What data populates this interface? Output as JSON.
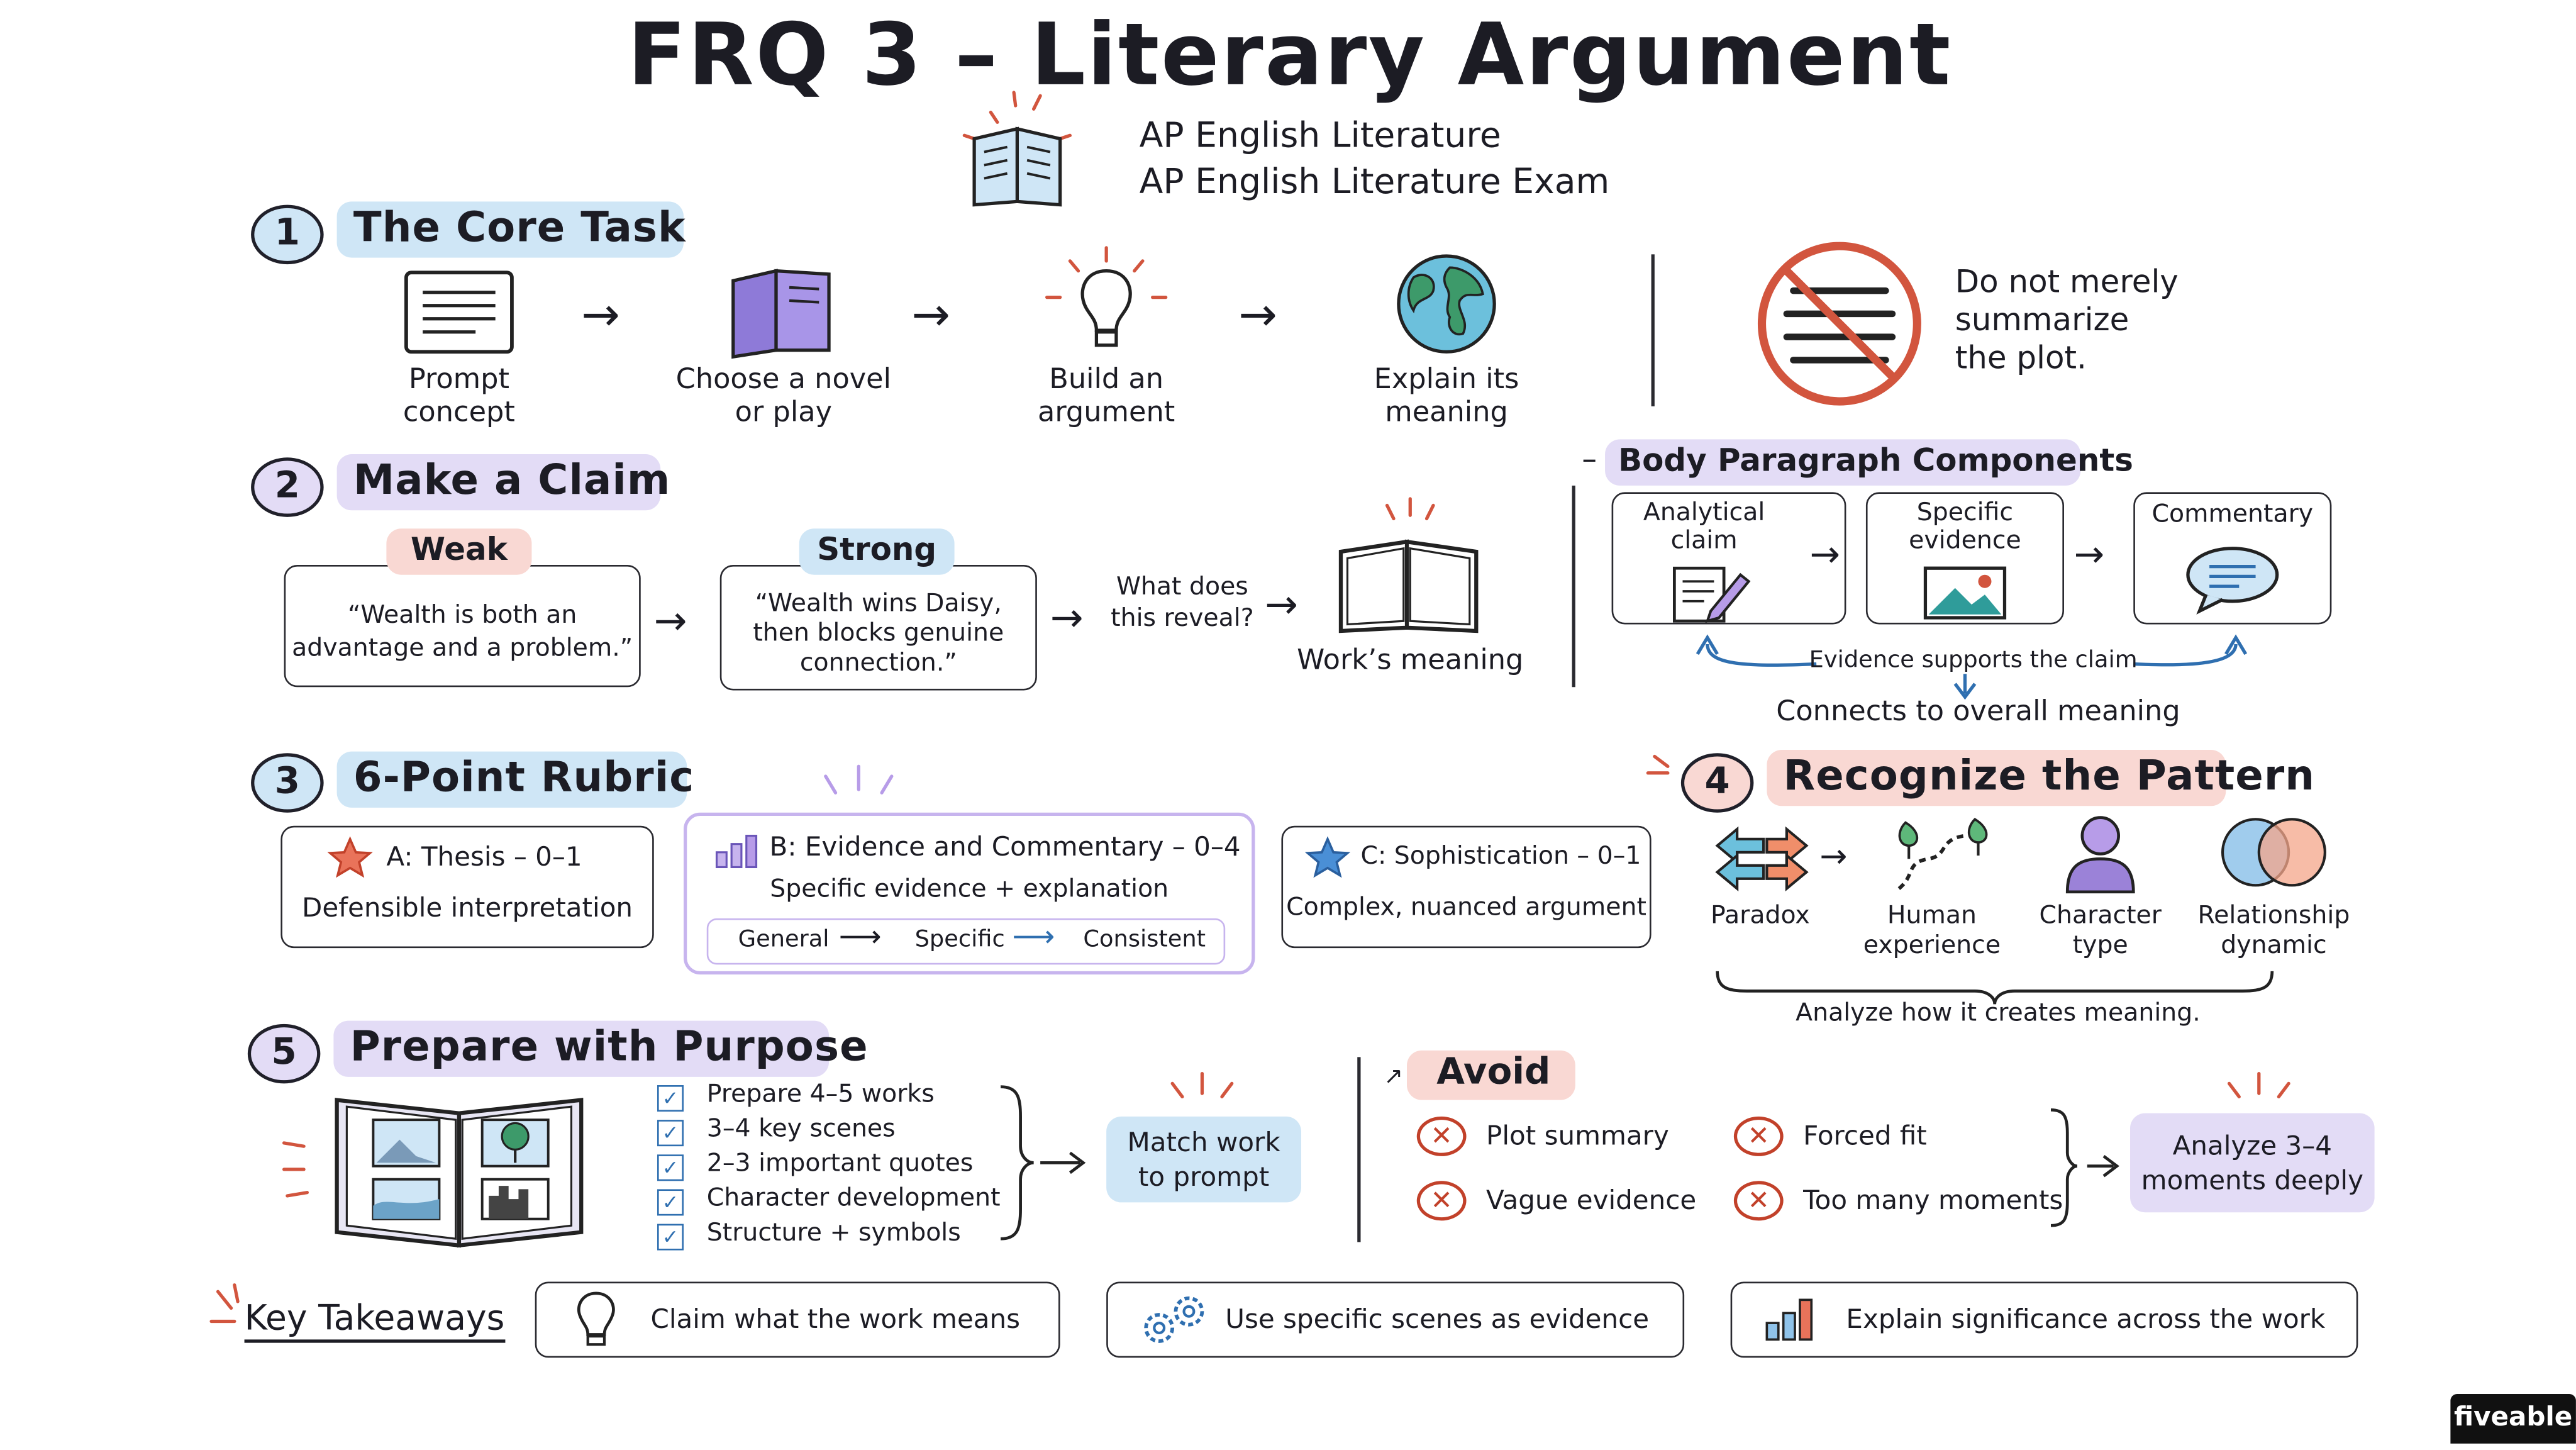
{
  "title": "FRQ 3 – Literary Argument",
  "subtitle1": "AP English Literature",
  "subtitle2": "AP English Literature Exam",
  "section1": {
    "number": "1",
    "heading": "The Core Task",
    "steps": [
      {
        "label1": "Prompt",
        "label2": "concept"
      },
      {
        "label1": "Choose a novel",
        "label2": "or play"
      },
      {
        "label1": "Build an",
        "label2": "argument"
      },
      {
        "label1": "Explain its",
        "label2": "meaning"
      }
    ],
    "warning": [
      "Do not merely",
      "summarize",
      "the plot."
    ]
  },
  "section2": {
    "number": "2",
    "heading": "Make a Claim",
    "weak_tag": "Weak",
    "weak_text": [
      "“Wealth is both an",
      "advantage and a problem.”"
    ],
    "strong_tag": "Strong",
    "strong_text": [
      "“Wealth wins Daisy,",
      "then blocks genuine",
      "connection.”"
    ],
    "question": [
      "What does",
      "this reveal?"
    ],
    "result": "Work’s meaning"
  },
  "body_paragraph": {
    "heading": "Body Paragraph Components",
    "items": [
      [
        "Analytical",
        "claim"
      ],
      [
        "Specific",
        "evidence"
      ],
      [
        "Commentary"
      ]
    ],
    "support": "Evidence supports the claim",
    "connects": "Connects to overall meaning"
  },
  "section3": {
    "number": "3",
    "heading": "6-Point Rubric",
    "a_title": "A: Thesis – 0–1",
    "a_desc": "Defensible interpretation",
    "b_title": "B: Evidence and Commentary – 0–4",
    "b_desc": "Specific evidence + explanation",
    "b_scale": [
      "General",
      "Specific",
      "Consistent"
    ],
    "c_title": "C: Sophistication – 0–1",
    "c_desc": "Complex, nuanced argument"
  },
  "section4": {
    "number": "4",
    "heading": "Recognize the Pattern",
    "items": [
      [
        "Paradox"
      ],
      [
        "Human",
        "experience"
      ],
      [
        "Character",
        "type"
      ],
      [
        "Relationship",
        "dynamic"
      ]
    ],
    "caption": "Analyze how it creates meaning."
  },
  "section5": {
    "number": "5",
    "heading": "Prepare with Purpose",
    "checklist": [
      "Prepare 4–5 works",
      "3–4 key scenes",
      "2–3 important quotes",
      "Character development",
      "Structure + symbols"
    ],
    "match": [
      "Match work",
      "to prompt"
    ]
  },
  "avoid": {
    "heading": "Avoid",
    "items": [
      "Plot summary",
      "Vague evidence",
      "Forced fit",
      "Too many moments"
    ],
    "result": [
      "Analyze 3–4",
      "moments deeply"
    ]
  },
  "takeaways": {
    "label": "Key Takeaways",
    "items": [
      "Claim what the work means",
      "Use specific scenes as evidence",
      "Explain significance across the work"
    ]
  },
  "brand": "fiveable",
  "colors": {
    "blue": "#cfe6f6",
    "purple": "#e3dcf6",
    "pink": "#f9d8d3",
    "red": "#d2553e",
    "teal": "#2f9c9a",
    "lilac": "#b79ce8"
  }
}
